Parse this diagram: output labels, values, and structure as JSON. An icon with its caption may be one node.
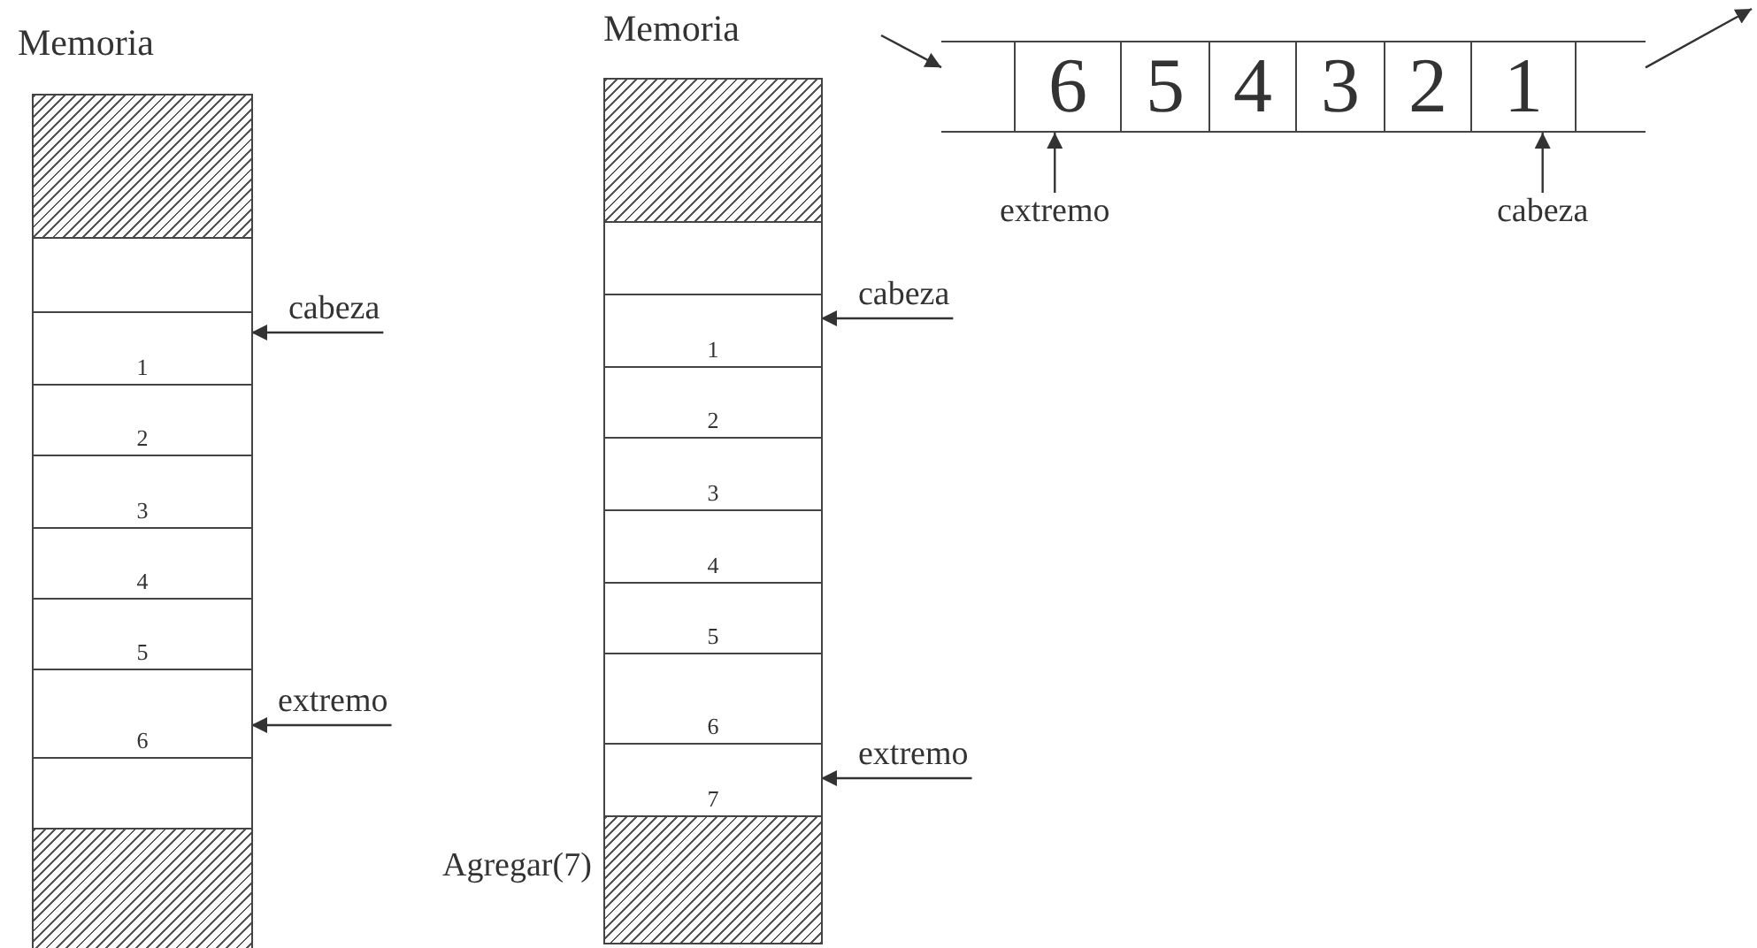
{
  "diagram": {
    "nodes": [
      {
        "text": [
          "Memoria"
        ]
      },
      {
        "text": [],
        "shape": "box",
        "in": 0
      },
      {
        "text": [],
        "shape": "box",
        "in": 0
      },
      {
        "text": [
          "1"
        ],
        "in": 0
      },
      {
        "text": [
          "2"
        ],
        "in": 0
      },
      {
        "text": [
          "3"
        ],
        "in": 0
      },
      {
        "text": [
          "4"
        ],
        "in": 0
      },
      {
        "text": [
          "5"
        ],
        "in": 0
      },
      {
        "text": [
          "6"
        ],
        "in": 0
      },
      {
        "text": [],
        "shape": "box",
        "in": 0
      },
      {
        "text": [],
        "shape": "box",
        "in": 0
      },
      {
        "text": [
          "cabeza"
        ]
      },
      {
        "text": [
          "extremo"
        ]
      },
      {
        "text": [
          "Memoria"
        ]
      },
      {
        "text": [],
        "shape": "box",
        "in": 13
      },
      {
        "text": [],
        "shape": "box",
        "in": 13
      },
      {
        "text": [
          "1"
        ],
        "in": 13
      },
      {
        "text": [
          "2"
        ],
        "in": 13
      },
      {
        "text": [
          "3"
        ],
        "in": 13
      },
      {
        "text": [
          "4"
        ],
        "in": 13
      },
      {
        "text": [
          "5"
        ],
        "in": 13
      },
      {
        "text": [
          "6"
        ],
        "in": 13
      },
      {
        "text": [
          "7"
        ],
        "in": 13
      },
      {
        "text": [],
        "shape": "box",
        "in": 13
      },
      {
        "text": [
          "cabeza"
        ]
      },
      {
        "text": [
          "extremo"
        ]
      },
      {
        "text": [],
        "shape": "box"
      },
      {
        "text": [
          "6"
        ]
      },
      {
        "text": [
          "5"
        ]
      },
      {
        "text": [
          "4"
        ]
      },
      {
        "text": [
          "3"
        ]
      },
      {
        "text": [
          "2"
        ]
      },
      {
        "text": [
          "1"
        ]
      },
      {
        "text": [],
        "shape": "box"
      },
      {
        "text": [
          "extremo"
        ]
      },
      {
        "text": [
          "cabeza"
        ]
      }
    ],
    "edges": [
      {
        "from": 11,
        "to": 3,
        "arrow": "to"
      },
      {
        "from": 12,
        "to": 8,
        "arrow": "to"
      },
      {
        "from": 24,
        "to": 16,
        "arrow": "to"
      },
      {
        "from": 25,
        "to": 22,
        "arrow": "to"
      },
      {
        "from": null,
        "to": 26,
        "arrow": "to"
      },
      {
        "from": 33,
        "to": null,
        "arrow": "to"
      },
      {
        "from": 34,
        "to": 27,
        "arrow": "to"
      },
      {
        "from": 35,
        "to": 32,
        "arrow": "to"
      }
    ],
    "labels": [
      "Agregar(7)"
    ]
  }
}
